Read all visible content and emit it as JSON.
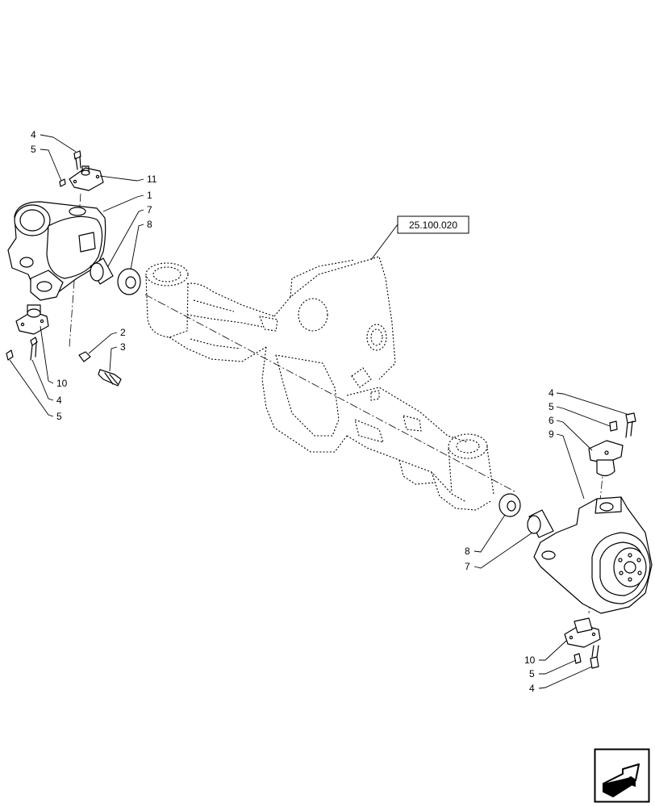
{
  "diagram": {
    "reference_label": "25.100.020",
    "callouts": {
      "upper_left": [
        "4",
        "5",
        "11",
        "1",
        "7",
        "8"
      ],
      "lower_left": [
        "10",
        "4",
        "5"
      ],
      "center_left": [
        "2",
        "3"
      ],
      "upper_right": [
        "4",
        "5",
        "6",
        "9"
      ],
      "middle_right": [
        "8",
        "7"
      ],
      "lower_right": [
        "10",
        "5",
        "4"
      ]
    }
  },
  "navigation": {
    "icon": "next-page-arrow-icon"
  }
}
